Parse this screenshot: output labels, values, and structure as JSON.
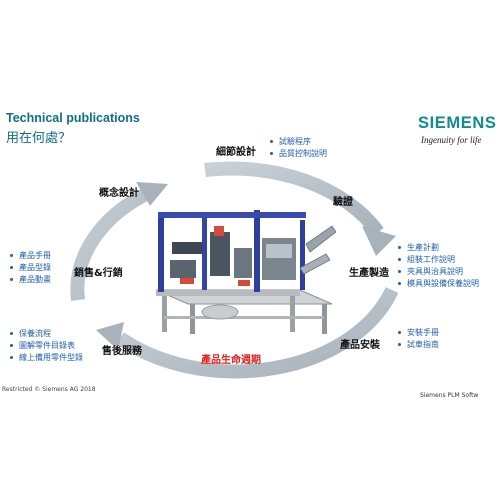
{
  "header": {
    "title": "Technical publications",
    "subtitle": "用在何處？",
    "logo": "SIEMENS",
    "tagline": "Ingenuity for life"
  },
  "cycle": {
    "center_label": "產品生命週期",
    "stages": {
      "detail_design": "細節設計",
      "verification": "驗證",
      "production": "生產製造",
      "installation": "產品安裝",
      "after_sales": "售後服務",
      "sales_marketing": "銷售&行銷",
      "concept_design": "概念設計"
    }
  },
  "bullets": {
    "detail_design": [
      "試驗程序",
      "品質控制說明"
    ],
    "production": [
      "生產計劃",
      "組裝工作說明",
      "夾具與治具說明",
      "模具與設備保養說明"
    ],
    "installation": [
      "安裝手冊",
      "試車指南"
    ],
    "sales": [
      "產品手冊",
      "產品型錄",
      "產品動畫"
    ],
    "after_sales": [
      "保養流程",
      "圖解零件目錄表",
      "線上備用零件型錄"
    ]
  },
  "footer": {
    "left": "Restricted © Siemens AG 2018",
    "right": "Siemens PLM Softw"
  },
  "colors": {
    "brand": "#0f8c8c",
    "title": "#0d6e8e",
    "bullet": "#1f5fae",
    "arrow": "#b9c3cb",
    "lifecycle": "#e0201c"
  }
}
